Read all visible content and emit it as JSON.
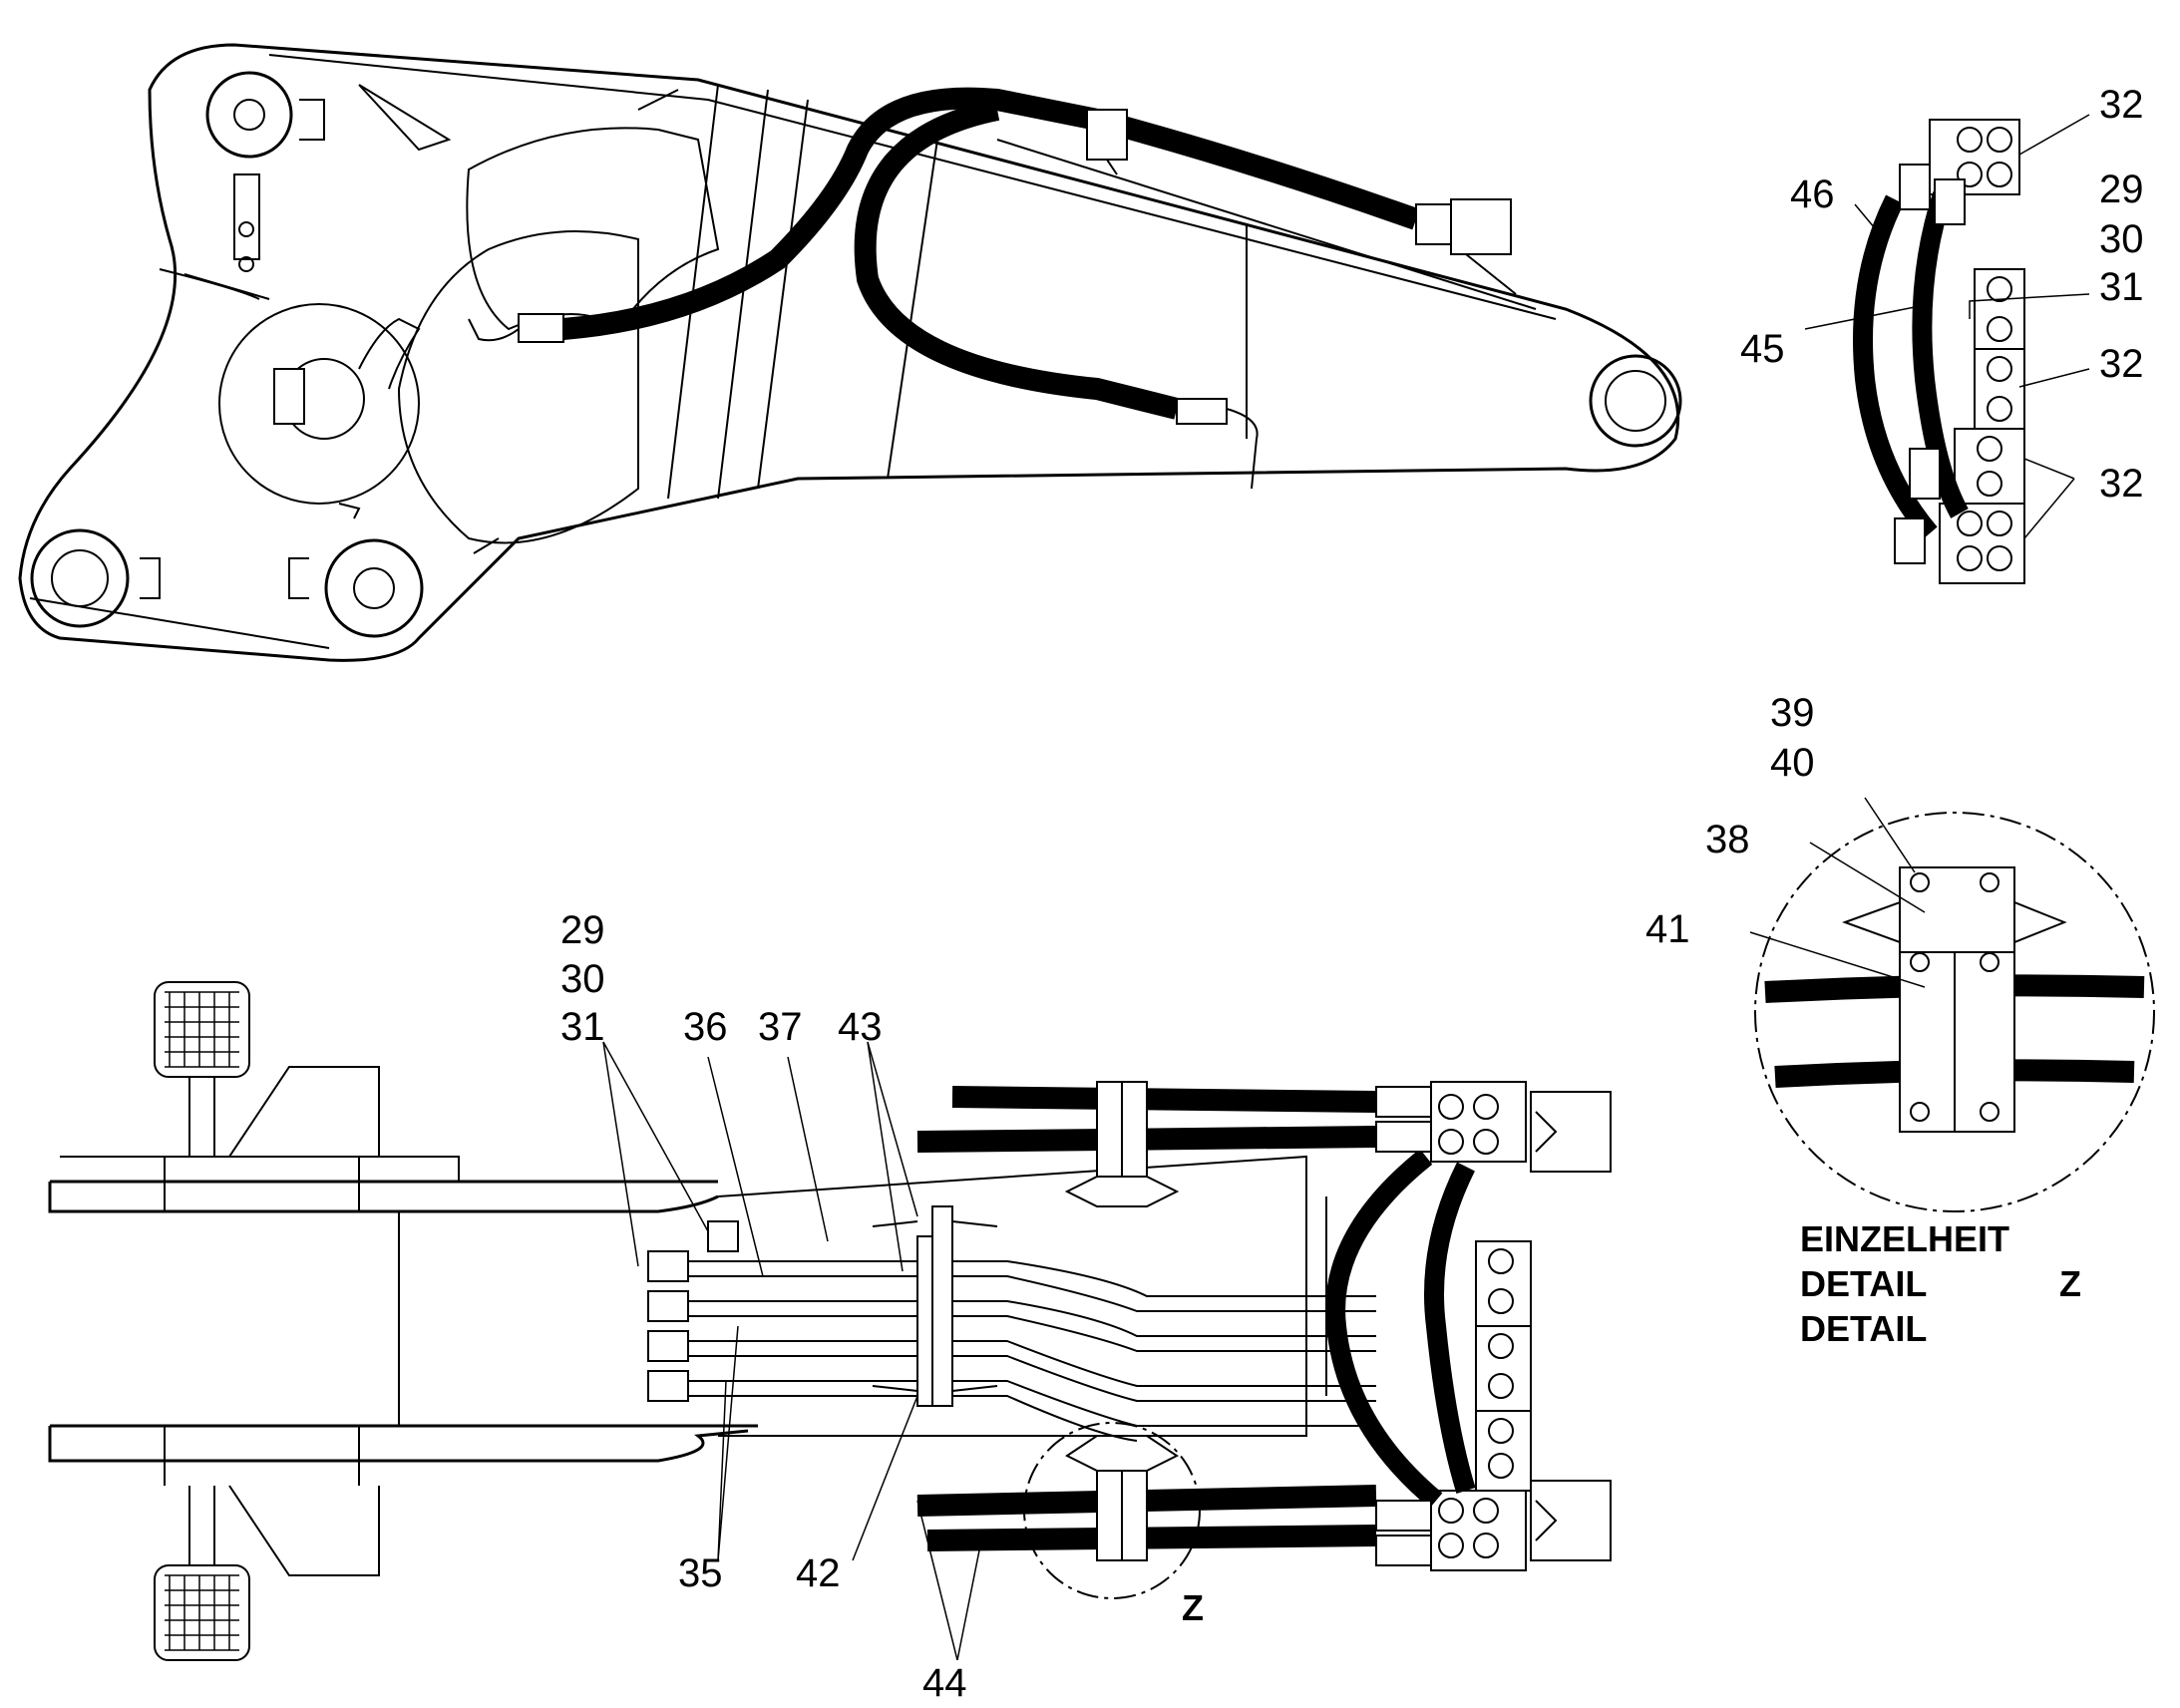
{
  "callouts": {
    "side_view": [
      {
        "id": "c32a",
        "text": "32"
      },
      {
        "id": "c29",
        "text": "29"
      },
      {
        "id": "c30",
        "text": "30"
      },
      {
        "id": "c31",
        "text": "31"
      },
      {
        "id": "c32b",
        "text": "32"
      },
      {
        "id": "c32c",
        "text": "32"
      },
      {
        "id": "c46",
        "text": "46"
      },
      {
        "id": "c45",
        "text": "45"
      }
    ],
    "top_view": [
      {
        "id": "t29",
        "text": "29"
      },
      {
        "id": "t30",
        "text": "30"
      },
      {
        "id": "t31",
        "text": "31"
      },
      {
        "id": "t36",
        "text": "36"
      },
      {
        "id": "t37",
        "text": "37"
      },
      {
        "id": "t43",
        "text": "43"
      },
      {
        "id": "t35",
        "text": "35"
      },
      {
        "id": "t42",
        "text": "42"
      },
      {
        "id": "t44",
        "text": "44"
      },
      {
        "id": "tz",
        "text": "Z"
      }
    ],
    "detail_view": [
      {
        "id": "d39",
        "text": "39"
      },
      {
        "id": "d40",
        "text": "40"
      },
      {
        "id": "d38",
        "text": "38"
      },
      {
        "id": "d41",
        "text": "41"
      }
    ]
  },
  "detail_caption": {
    "line1": "EINZELHEIT",
    "line2": "DETAIL",
    "line3": "DETAIL",
    "marker": "Z"
  }
}
